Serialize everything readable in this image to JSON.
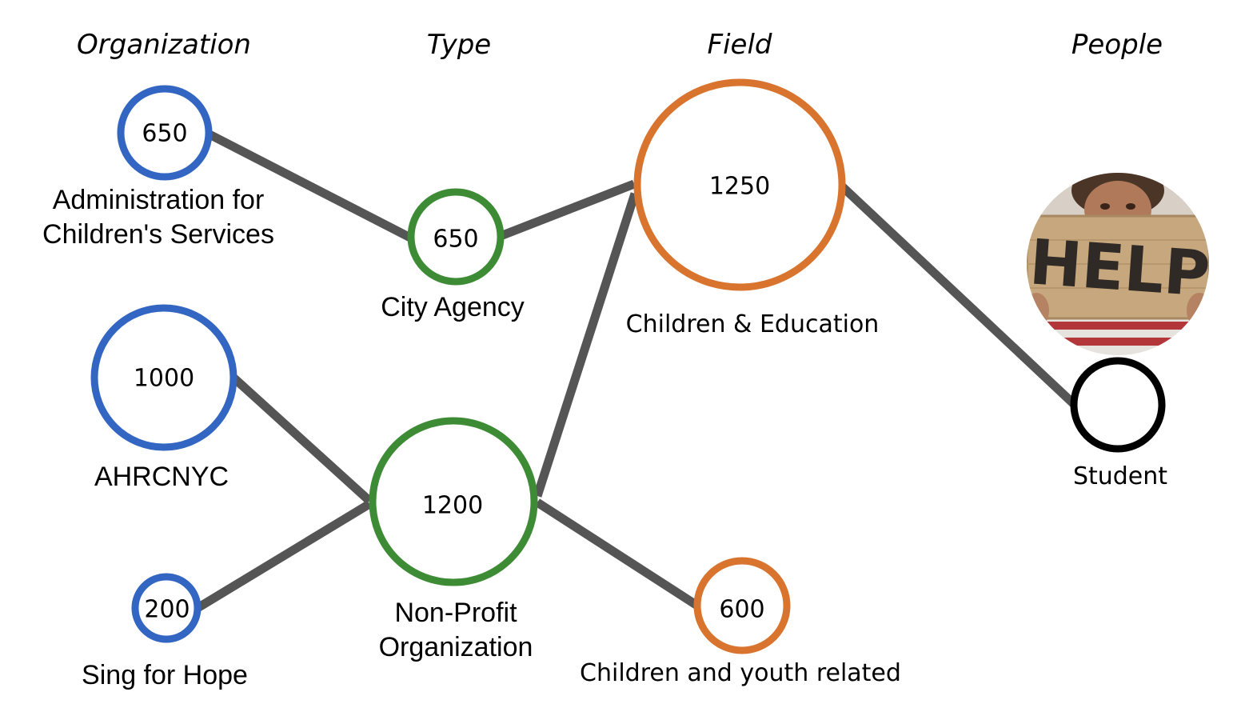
{
  "columns": {
    "organization": "Organization",
    "type": "Type",
    "field": "Field",
    "people": "People"
  },
  "nodes": {
    "acs": {
      "value": "650",
      "label1": "Administration for",
      "label2": "Children's Services"
    },
    "ahrcnyc": {
      "value": "1000",
      "label": "AHRCNYC"
    },
    "sing_for_hope": {
      "value": "200",
      "label": "Sing for Hope"
    },
    "city_agency": {
      "value": "650",
      "label": "City Agency"
    },
    "non_profit": {
      "value": "1200",
      "label1": "Non-Profit",
      "label2": "Organization"
    },
    "children_education": {
      "value": "1250",
      "label": "Children & Education"
    },
    "children_youth": {
      "value": "600",
      "label": "Children and youth related"
    },
    "student": {
      "label": "Student"
    }
  },
  "image": {
    "sign_text": "HELP"
  },
  "colors": {
    "organization": "#3366c2",
    "type": "#3d8b34",
    "field": "#d9742e",
    "people": "#000000",
    "edge": "#555555"
  }
}
